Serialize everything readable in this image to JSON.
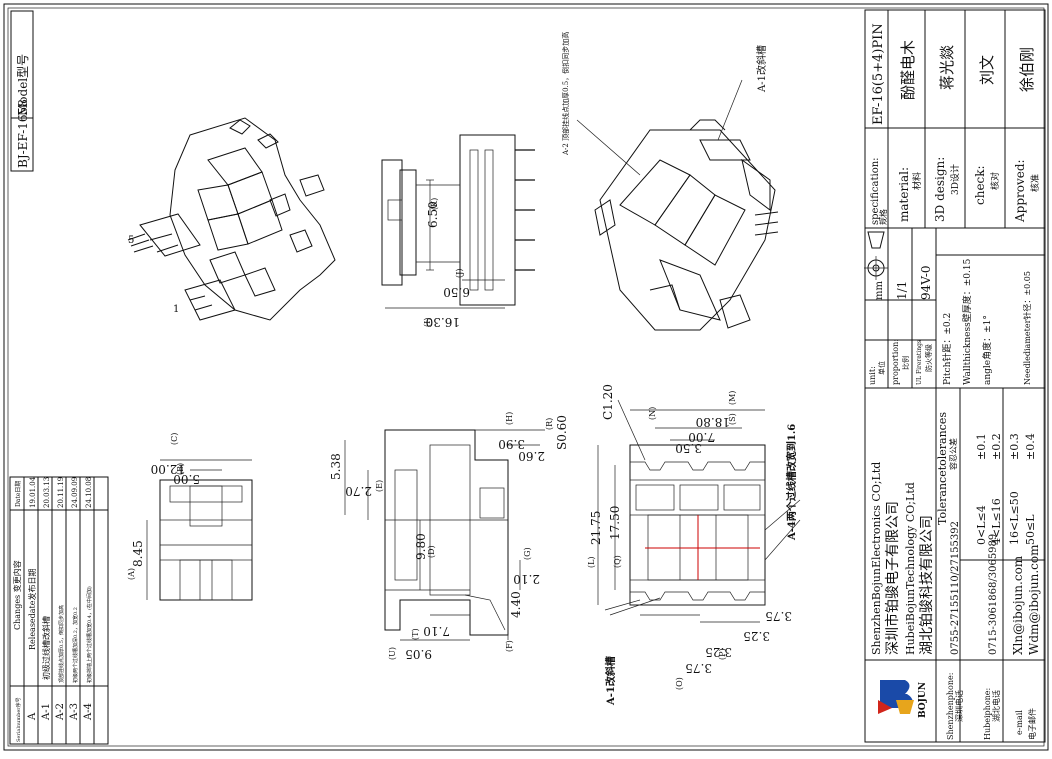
{
  "model": {
    "label": "Model型号",
    "value": "BJ-EF-1658"
  },
  "title_block": {
    "specification": {
      "label_en": "specification:",
      "label_cn": "规格",
      "value": "EF-16(5+4)PIN"
    },
    "material": {
      "label_en": "material:",
      "label_cn": "材料",
      "value": "酚醛电木"
    },
    "design": {
      "label_en": "3D design:",
      "label_cn": "3D设计",
      "value": "蒋光燚"
    },
    "check": {
      "label_en": "check:",
      "label_cn": "核对",
      "value": "刘文"
    },
    "approved": {
      "label_en": "Approved:",
      "label_cn": "核准",
      "value": "徐伯刚"
    },
    "unit": {
      "label_en": "unit:",
      "label_cn": "单位",
      "value": "mm"
    },
    "proportion": {
      "label_en": "proportion:",
      "label_cn": "比例",
      "value": "1/1"
    },
    "fire_rating": {
      "label_en": "UL Fireratings",
      "label_cn": "防火等级",
      "value": "94V-0"
    },
    "tolerances_title": {
      "en": "Tolerancetolerances",
      "cn": "容忍公差"
    },
    "tolerances": [
      {
        "range": "0<L≤4",
        "value": "±0.1"
      },
      {
        "range": "4<L≤16",
        "value": "±0.2"
      },
      {
        "range": "16<L≤50",
        "value": "±0.3"
      },
      {
        "range": "50≤L",
        "value": "±0.4"
      }
    ],
    "pitch": "Pitch针距：±0.2",
    "wall": "Wallthickness壁厚度：±0.15",
    "angle": "angle角度：±1°",
    "needle": "Needlediameter针径：±0.05"
  },
  "company": {
    "en1": "ShenzhenBojunElectronics CO;Ltd",
    "cn1": "深圳市铂骏电子有限公司",
    "en2": "HubeiBojunTechnology CO;Ltd",
    "cn2": "湖北铂骏科技有限公司",
    "logo_text": "BOJUN",
    "sz_phone_label": "Shenzhenphone:",
    "sz_phone_label_cn": "深圳电话",
    "sz_phone": "0755-27155110/27155392",
    "hb_phone_label": "Hubeiphone:",
    "hb_phone_label_cn": "湖北电话",
    "hb_phone": "0715-3061868/3065989",
    "email_label": "e-mail",
    "email_label_cn": "电子邮件",
    "email1": "Xln@ibojun.com",
    "email2": "Wdm@ibojun.com"
  },
  "changes": {
    "title": "Changes 变更内容",
    "col_serial": "Serialnumber序号",
    "col_date": "Date日期",
    "rows": [
      {
        "serial": "A",
        "content": "Releasedate发布日期",
        "date": "19.01.04"
      },
      {
        "serial": "A-1",
        "content": "初级过线槽改斜槽",
        "date": "20.03.13"
      },
      {
        "serial": "A-2",
        "content": "顶部挂线点加厚0.5，倒扣同步加高",
        "date": "20.11.19"
      },
      {
        "serial": "A-3",
        "content": "初级两个过线槽加深0.2，加宽0.2",
        "date": "24.09.09"
      },
      {
        "serial": "A-4",
        "content": "初级挡墙上两个过线槽加宽0.4，(在中间加)",
        "date": "24.10.08"
      }
    ]
  },
  "dims": {
    "side_top": [
      "6.50",
      "(K)",
      "6.50",
      "(J)",
      "16.30",
      "(I)"
    ],
    "front": [
      "12.00",
      "(C)",
      "5.00",
      "(B)",
      "8.45",
      "(A)"
    ],
    "section": [
      "3.90",
      "(H)",
      "2.60",
      "(R)",
      "S0.60",
      "5.38",
      "2.70",
      "(E)",
      "9.80",
      "(D)",
      "2.10",
      "(G)",
      "7.10",
      "(T)",
      "9.05",
      "(U)",
      "4.40",
      "(F)"
    ],
    "bottom": [
      "18.80",
      "(M)",
      "C1.20",
      "7.00",
      "(N)",
      "3.50",
      "(S)",
      "21.75",
      "(L)",
      "17.50",
      "(Q)",
      "3.75",
      "3.25",
      "(P)",
      "3.75",
      "(O)",
      "3.25"
    ],
    "notes": {
      "a4_note": "A-4两个过线槽改宽到1.6",
      "a1_note": "A-1改斜槽",
      "a1_label": "A-1改斜槽",
      "a2_note": "A-2 顶部挂线点加厚0.5，倒扣同步加高",
      "a1_iso": "A-1改斜槽"
    },
    "pin_labels": [
      "5",
      "1"
    ]
  }
}
